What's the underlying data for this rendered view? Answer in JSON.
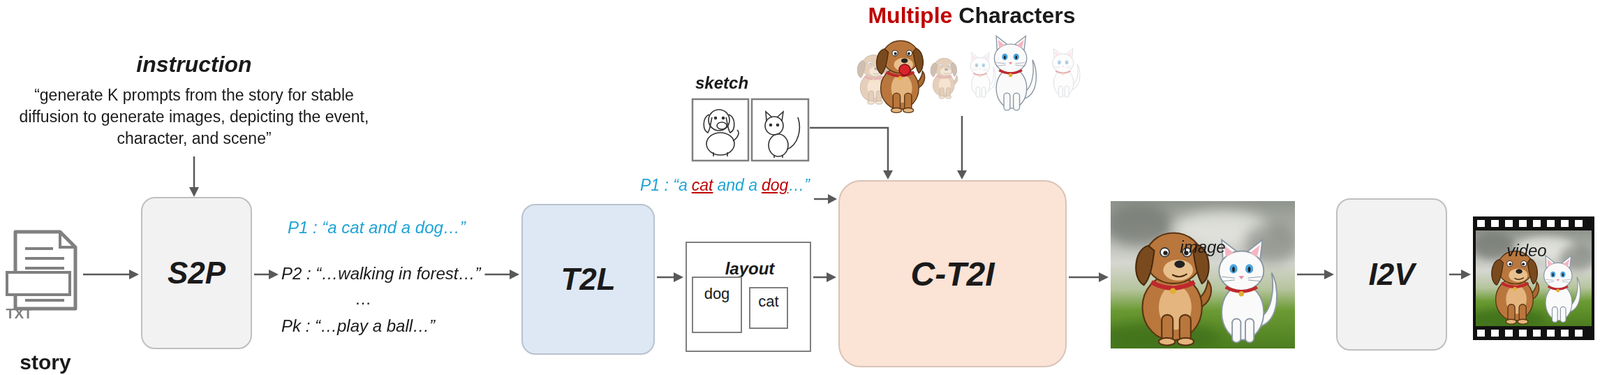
{
  "diagram": {
    "nodes": [
      {
        "text": [
          "TXT",
          "story"
        ]
      },
      {
        "text": [
          "S2P"
        ]
      },
      {
        "text": [
          "T2L"
        ]
      },
      {
        "text": [
          "layout"
        ]
      },
      {
        "text": [
          "dog"
        ],
        "in": 3
      },
      {
        "text": [
          "cat"
        ],
        "in": 3
      },
      {
        "text": [
          "C-T2I"
        ]
      },
      {
        "text": [
          "image"
        ]
      },
      {
        "text": [
          "I2V"
        ]
      },
      {
        "text": [
          "video"
        ]
      }
    ],
    "edges": [
      {
        "from": 0,
        "to": 1,
        "arrow": "to"
      },
      {
        "from": 1,
        "to": 2,
        "arrow": "to"
      },
      {
        "from": 2,
        "to": 3,
        "arrow": "to"
      },
      {
        "from": 3,
        "to": 6,
        "arrow": "to"
      },
      {
        "from": 6,
        "to": 7,
        "arrow": "to"
      },
      {
        "from": 7,
        "to": 8,
        "arrow": "to"
      },
      {
        "from": 8,
        "to": 9,
        "arrow": "to"
      }
    ],
    "labels": [
      "instruction",
      "“generate K prompts from the story for stable diffusion to generate images, depicting the event, character, and scene”",
      "P1 : “a cat and a dog…”",
      "P2 : “…walking in forest…”",
      "…",
      "Pk : “…play a ball…”",
      "sketch",
      "Multiple",
      "Characters",
      "P1 : “a",
      "cat",
      "and a",
      "dog",
      "…”"
    ]
  }
}
